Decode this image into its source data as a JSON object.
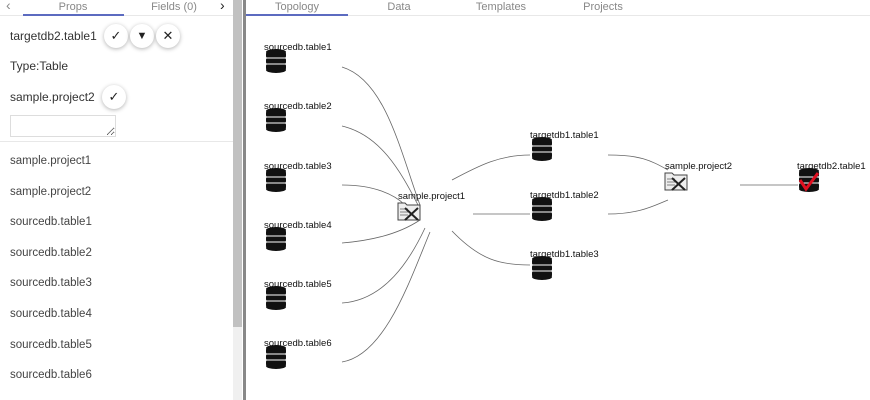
{
  "left_tabs": [
    {
      "label": "Props"
    },
    {
      "label": "Fields (0)"
    }
  ],
  "right_tabs": [
    {
      "label": "Topology"
    },
    {
      "label": "Data"
    },
    {
      "label": "Templates"
    },
    {
      "label": "Projects"
    }
  ],
  "props": {
    "node_name": "targetdb2.table1",
    "type_text": "Type:Table",
    "project": "sample.project2",
    "comment": ""
  },
  "list": [
    "sample.project1",
    "sample.project2",
    "sourcedb.table1",
    "sourcedb.table2",
    "sourcedb.table3",
    "sourcedb.table4",
    "sourcedb.table5",
    "sourcedb.table6"
  ],
  "graph": {
    "nodes": [
      {
        "id": "s1",
        "label": "sourcedb.table1",
        "kind": "table"
      },
      {
        "id": "s2",
        "label": "sourcedb.table2",
        "kind": "table"
      },
      {
        "id": "s3",
        "label": "sourcedb.table3",
        "kind": "table"
      },
      {
        "id": "s4",
        "label": "sourcedb.table4",
        "kind": "table"
      },
      {
        "id": "s5",
        "label": "sourcedb.table5",
        "kind": "table"
      },
      {
        "id": "s6",
        "label": "sourcedb.table6",
        "kind": "table"
      },
      {
        "id": "p1",
        "label": "sample.project1",
        "kind": "project"
      },
      {
        "id": "t1",
        "label": "targetdb1.table1",
        "kind": "table"
      },
      {
        "id": "t2",
        "label": "targetdb1.table2",
        "kind": "table"
      },
      {
        "id": "t3",
        "label": "targetdb1.table3",
        "kind": "table"
      },
      {
        "id": "p2",
        "label": "sample.project2",
        "kind": "project"
      },
      {
        "id": "x1",
        "label": "targetdb2.table1",
        "kind": "table",
        "selected": true
      }
    ],
    "edges": [
      [
        "s1",
        "p1"
      ],
      [
        "s2",
        "p1"
      ],
      [
        "s3",
        "p1"
      ],
      [
        "s4",
        "p1"
      ],
      [
        "s5",
        "p1"
      ],
      [
        "s6",
        "p1"
      ],
      [
        "p1",
        "t1"
      ],
      [
        "p1",
        "t2"
      ],
      [
        "p1",
        "t3"
      ],
      [
        "t1",
        "p2"
      ],
      [
        "t2",
        "p2"
      ],
      [
        "p2",
        "x1"
      ]
    ]
  },
  "colors": {
    "accent": "#5c6bc0",
    "check": "#e01020"
  }
}
